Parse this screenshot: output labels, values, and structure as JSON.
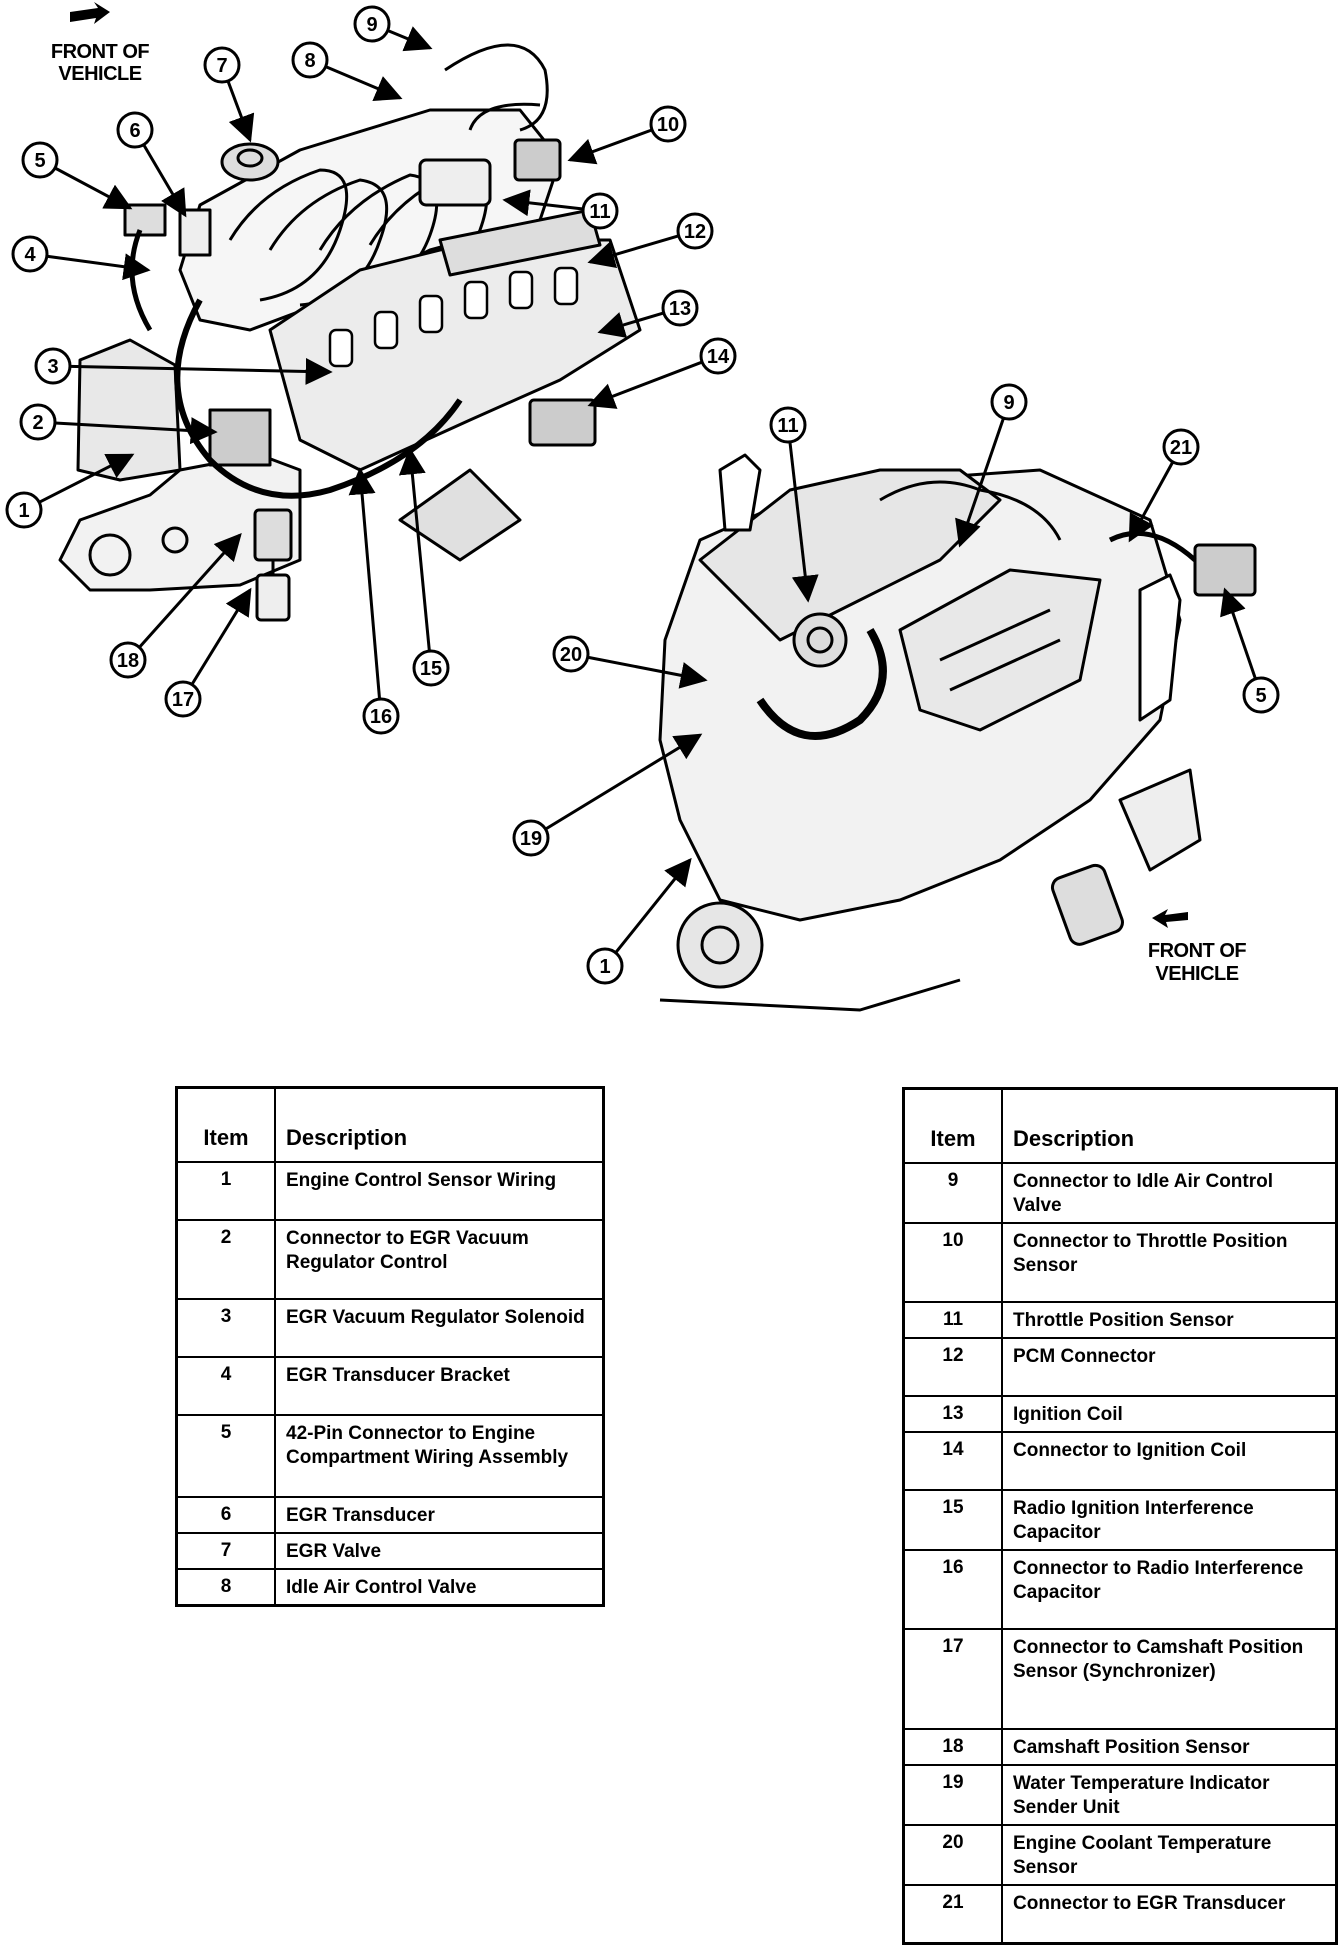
{
  "front_label_top": "FRONT OF\nVEHICLE",
  "front_label_bottom": "FRONT OF\nVEHICLE",
  "callouts_top": [
    "1",
    "2",
    "3",
    "4",
    "5",
    "6",
    "7",
    "8",
    "9",
    "10",
    "11",
    "12",
    "13",
    "14",
    "15",
    "16",
    "17",
    "18"
  ],
  "callouts_bottom": [
    "11",
    "9",
    "21",
    "20",
    "5",
    "19",
    "1"
  ],
  "legend_left": {
    "headers": {
      "item": "Item",
      "description": "Description"
    },
    "rows": [
      {
        "item": "1",
        "description": "Engine Control Sensor Wiring"
      },
      {
        "item": "2",
        "description": "Connector to EGR Vacuum Regulator Control"
      },
      {
        "item": "3",
        "description": "EGR Vacuum Regulator Solenoid"
      },
      {
        "item": "4",
        "description": "EGR Transducer Bracket"
      },
      {
        "item": "5",
        "description": "42-Pin Connector to Engine Compartment Wiring Assembly"
      },
      {
        "item": "6",
        "description": "EGR Transducer"
      },
      {
        "item": "7",
        "description": "EGR Valve"
      },
      {
        "item": "8",
        "description": "Idle Air Control Valve"
      }
    ]
  },
  "legend_right": {
    "headers": {
      "item": "Item",
      "description": "Description"
    },
    "rows": [
      {
        "item": "9",
        "description": "Connector to Idle Air Control Valve"
      },
      {
        "item": "10",
        "description": "Connector to Throttle Position Sensor"
      },
      {
        "item": "11",
        "description": "Throttle Position Sensor"
      },
      {
        "item": "12",
        "description": "PCM Connector"
      },
      {
        "item": "13",
        "description": "Ignition Coil"
      },
      {
        "item": "14",
        "description": "Connector to Ignition Coil"
      },
      {
        "item": "15",
        "description": "Radio Ignition Interference Capacitor"
      },
      {
        "item": "16",
        "description": "Connector to Radio Interference Capacitor"
      },
      {
        "item": "17",
        "description": "Connector to Camshaft Position Sensor (Synchronizer)"
      },
      {
        "item": "18",
        "description": "Camshaft Position Sensor"
      },
      {
        "item": "19",
        "description": "Water Temperature Indicator Sender Unit"
      },
      {
        "item": "20",
        "description": "Engine Coolant Temperature Sensor"
      },
      {
        "item": "21",
        "description": "Connector to EGR Transducer"
      }
    ]
  }
}
